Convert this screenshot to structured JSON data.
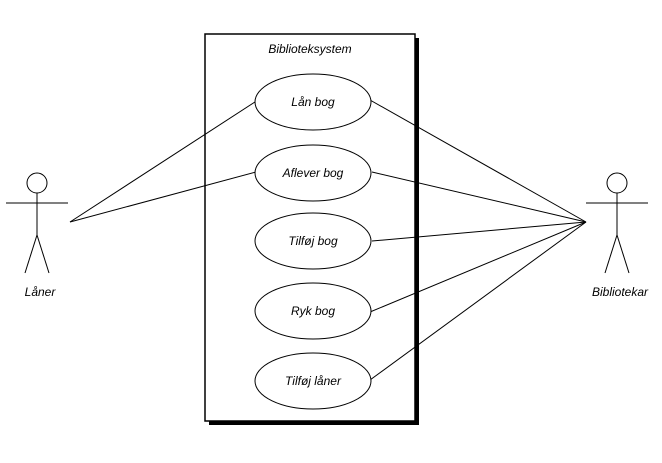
{
  "system": {
    "title": "Biblioteksystem"
  },
  "actors": {
    "laaner": "Låner",
    "bibliotekar": "Bibliotekar"
  },
  "use_cases": [
    "Lån bog",
    "Aflever bog",
    "Tilføj bog",
    "Ryk bog",
    "Tilføj låner"
  ],
  "colors": {
    "stroke": "#000000",
    "background": "#ffffff",
    "shadow": "#000000"
  }
}
